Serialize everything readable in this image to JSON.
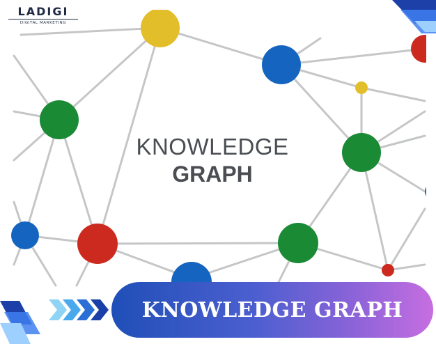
{
  "logo": {
    "name": "LADIGI",
    "tagline": "DIGITAL MARKETING"
  },
  "center_title": {
    "line1": "KNOWLEDGE",
    "line2": "GRAPH"
  },
  "banner": {
    "text": "KNOWLEDGE GRAPH"
  },
  "colors": {
    "node_green": "#1a8a35",
    "node_blue": "#1565c0",
    "node_red": "#cc2a1f",
    "node_yellow": "#e3be2b",
    "edge": "#c4c6c8",
    "banner_start": "#1f4fb8",
    "banner_end": "#c66ee0"
  }
}
